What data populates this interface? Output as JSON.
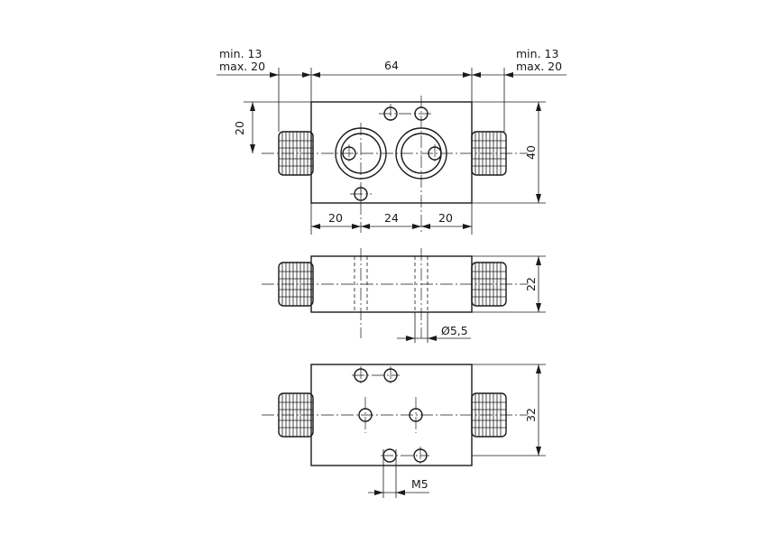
{
  "drawing": {
    "labels": {
      "left_min": "min. 13",
      "left_max": "max. 20",
      "right_min": "min. 13",
      "right_max": "max. 20",
      "overall_width": "64",
      "top_height": "20",
      "body_height": "40",
      "spacing_left": "20",
      "spacing_mid": "24",
      "spacing_right": "20",
      "side_height": "22",
      "hole_diameter": "Ø5,5",
      "bottom_height": "32",
      "thread": "M5"
    }
  }
}
